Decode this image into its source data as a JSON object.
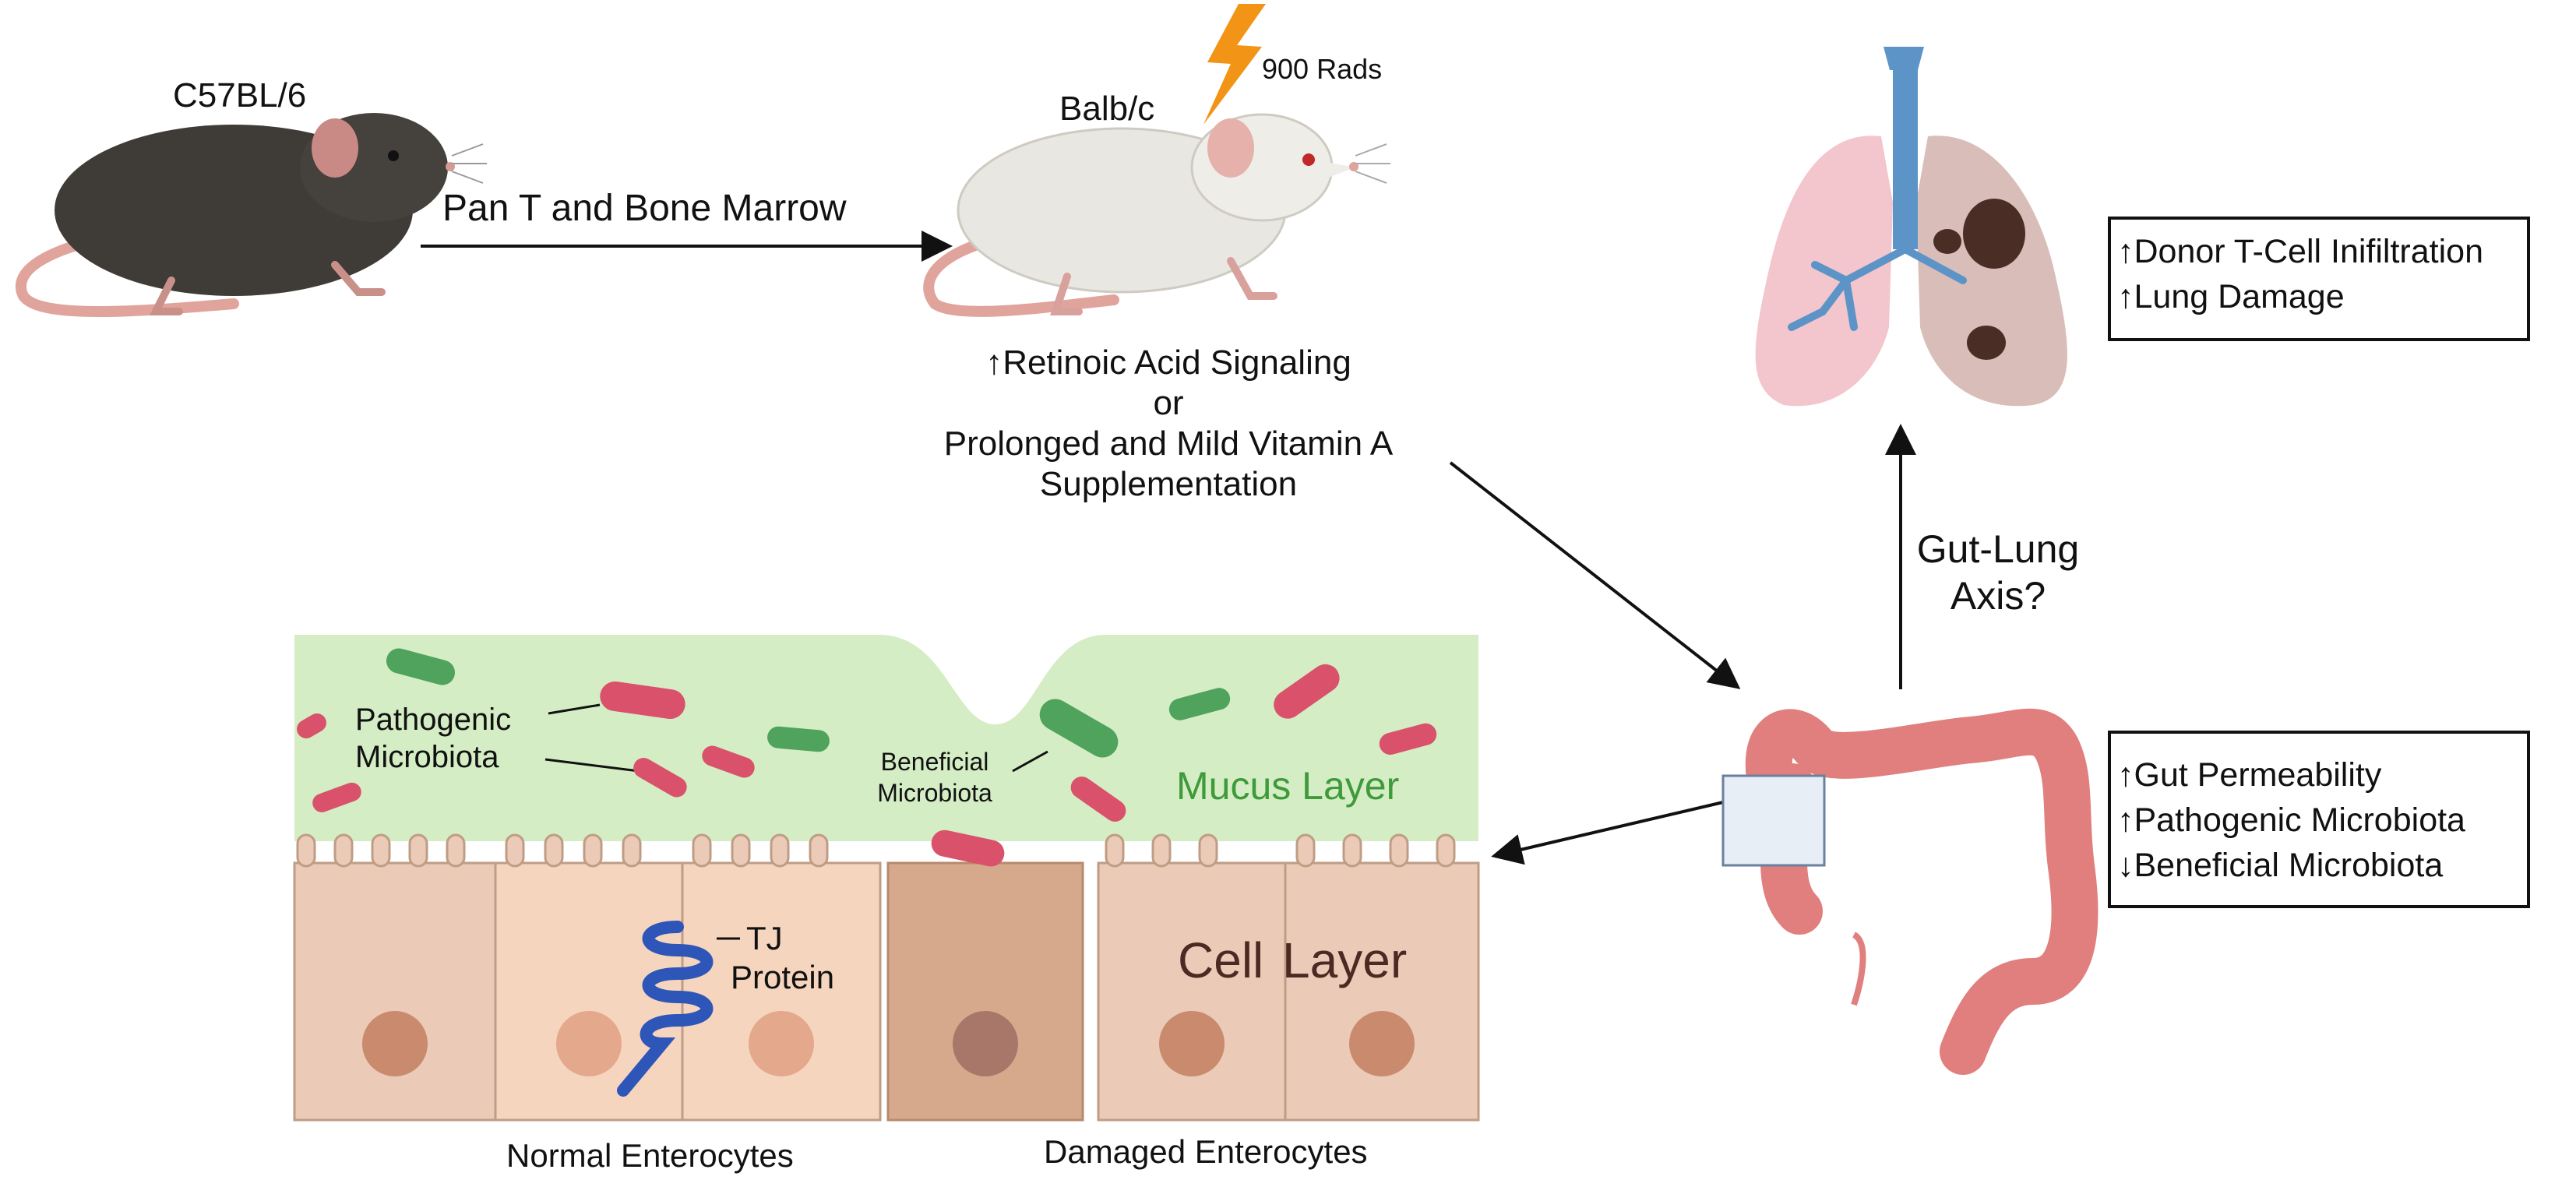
{
  "mice": {
    "donor_label": "C57BL/6",
    "recipient_label": "Balb/c",
    "radiation_label": "900 Rads",
    "transfer_label": "Pan T and Bone Marrow"
  },
  "treatment": {
    "up_arrow": "↑",
    "line1": "Retinoic Acid Signaling",
    "line2": "or",
    "line3": "Prolonged and Mild Vitamin A",
    "line4": "Supplementation"
  },
  "lung_box": {
    "rows": [
      {
        "arrow": "↑",
        "text": "Donor T-Cell Inifiltration"
      },
      {
        "arrow": "↑",
        "text": "Lung Damage"
      }
    ]
  },
  "gut_box": {
    "rows": [
      {
        "arrow": "↑",
        "text": "Gut Permeability"
      },
      {
        "arrow": "↑",
        "text": "Pathogenic Microbiota"
      },
      {
        "arrow": "↓",
        "text": "Beneficial Microbiota"
      }
    ]
  },
  "axis_label": {
    "line1": "Gut-Lung",
    "line2": "Axis?"
  },
  "intestine": {
    "pathogenic_line1": "Pathogenic",
    "pathogenic_line2": "Microbiota",
    "beneficial_line1": "Beneficial",
    "beneficial_line2": "Microbiota",
    "mucus_label": "Mucus Layer",
    "cell_label": "Cell Layer",
    "tj_line1": "TJ",
    "tj_line2": "Protein",
    "normal_label": "Normal Enterocytes",
    "damaged_label": "Damaged Enterocytes"
  },
  "colors": {
    "mucus": "#d4edc4",
    "mucus_text": "#3e9a3a",
    "pathogenic": "#d9516a",
    "beneficial": "#4fa35c",
    "normal_cell": "#f6d5bf",
    "damaged_cell": "#d7a98c",
    "tj_protein": "#2e55b8",
    "colon": "#e07f7d",
    "lightning": "#f29416",
    "donor_mouse": "#3f3b37",
    "recipient_mouse": "#ecebe6"
  }
}
